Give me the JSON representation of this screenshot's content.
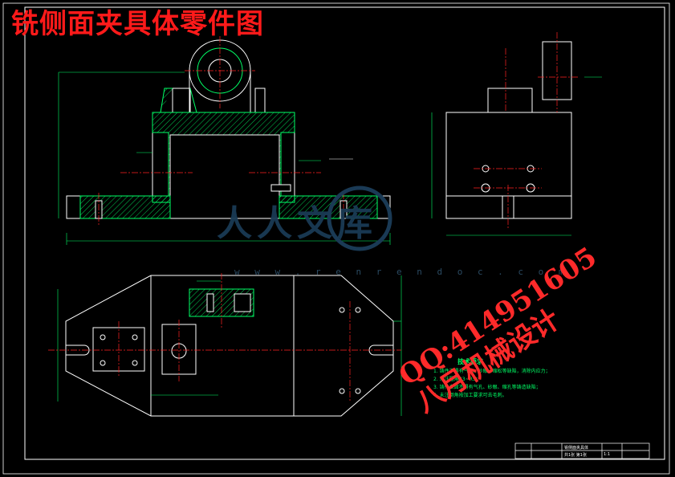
{
  "drawing": {
    "title": "铣侧面夹具体零件图",
    "watermark_text": "人人文库",
    "watermark_url": "w w w . r e n r e n d o c . c o m",
    "contact_line1": "QQ:414951605",
    "contact_line2": "八月机械设计"
  },
  "technical_requirements": {
    "heading": "技术要求",
    "items": [
      "1. 铸件不得有气孔、砂眼、缩松等缺陷，消除内应力；",
      "2. 未注圆角R3~R5；",
      "3. 铸件表面不得有气孔、砂眼、缩孔等铸造缺陷；",
      "4. 未注倒角按加工要求可去毛刺。"
    ]
  },
  "title_block": {
    "part_name": "铣侧面夹具体",
    "scale": "1:1",
    "sheet": "共1张 第1张"
  },
  "colors": {
    "background": "#000000",
    "outline": "#ffffff",
    "hatch": "#00ff66",
    "centerline": "#ff2222",
    "dimension": "#00ff66",
    "title_text": "#ff1a1a",
    "watermark": "#1a3a55"
  }
}
